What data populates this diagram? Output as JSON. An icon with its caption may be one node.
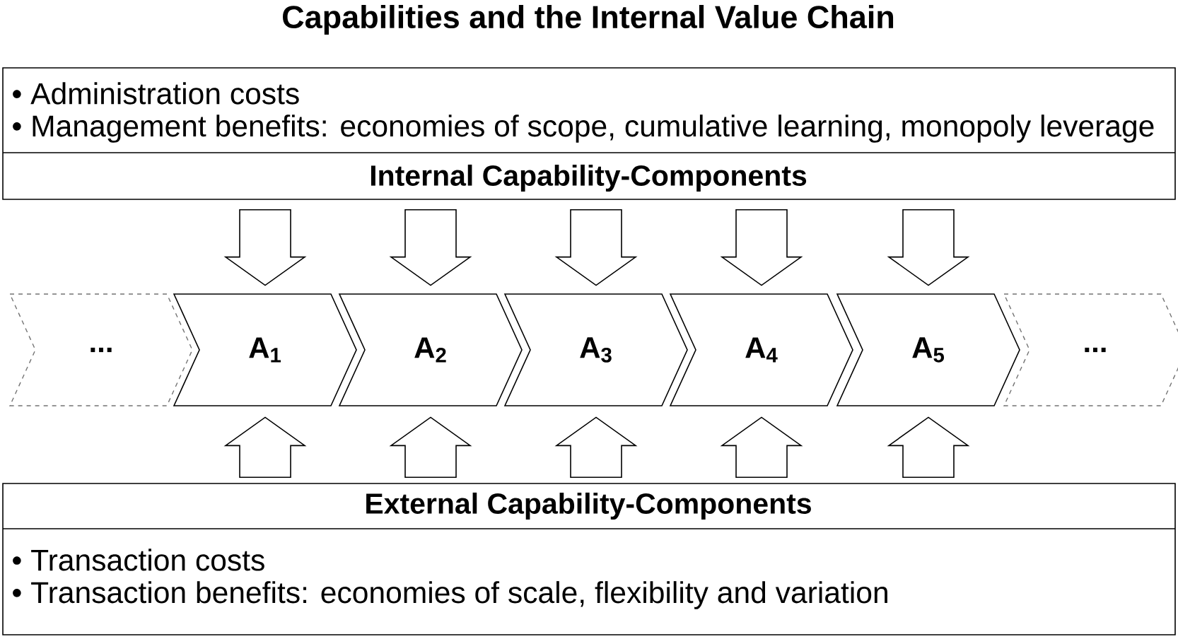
{
  "diagram": {
    "title": "Capabilities and the Internal Value Chain",
    "nodes": [
      {
        "text": [
          "• Administration costs",
          "• Management benefits: economies of scope, cumulative learning, monopoly leverage",
          "Internal Capability-Components"
        ]
      },
      {
        "text": [
          "..."
        ]
      },
      {
        "text": [
          "A$_{1}$"
        ]
      },
      {
        "text": [
          "A$_{2}$"
        ]
      },
      {
        "text": [
          "A$_{3}$"
        ]
      },
      {
        "text": [
          "A$_{4}$"
        ]
      },
      {
        "text": [
          "A$_{5}$"
        ]
      },
      {
        "text": [
          "..."
        ]
      },
      {
        "text": [
          "External Capability-Components",
          "• Transaction costs",
          "• Transaction benefits: economies of scale, flexibility and variation"
        ]
      }
    ],
    "edges": [
      {
        "from": 0,
        "to": 2,
        "arrow": "to"
      },
      {
        "from": 0,
        "to": 3,
        "arrow": "to"
      },
      {
        "from": 0,
        "to": 4,
        "arrow": "to"
      },
      {
        "from": 0,
        "to": 5,
        "arrow": "to"
      },
      {
        "from": 0,
        "to": 6,
        "arrow": "to"
      },
      {
        "from": 8,
        "to": 2,
        "arrow": "to"
      },
      {
        "from": 8,
        "to": 3,
        "arrow": "to"
      },
      {
        "from": 8,
        "to": 4,
        "arrow": "to"
      },
      {
        "from": 8,
        "to": 5,
        "arrow": "to"
      },
      {
        "from": 8,
        "to": 6,
        "arrow": "to"
      }
    ]
  }
}
